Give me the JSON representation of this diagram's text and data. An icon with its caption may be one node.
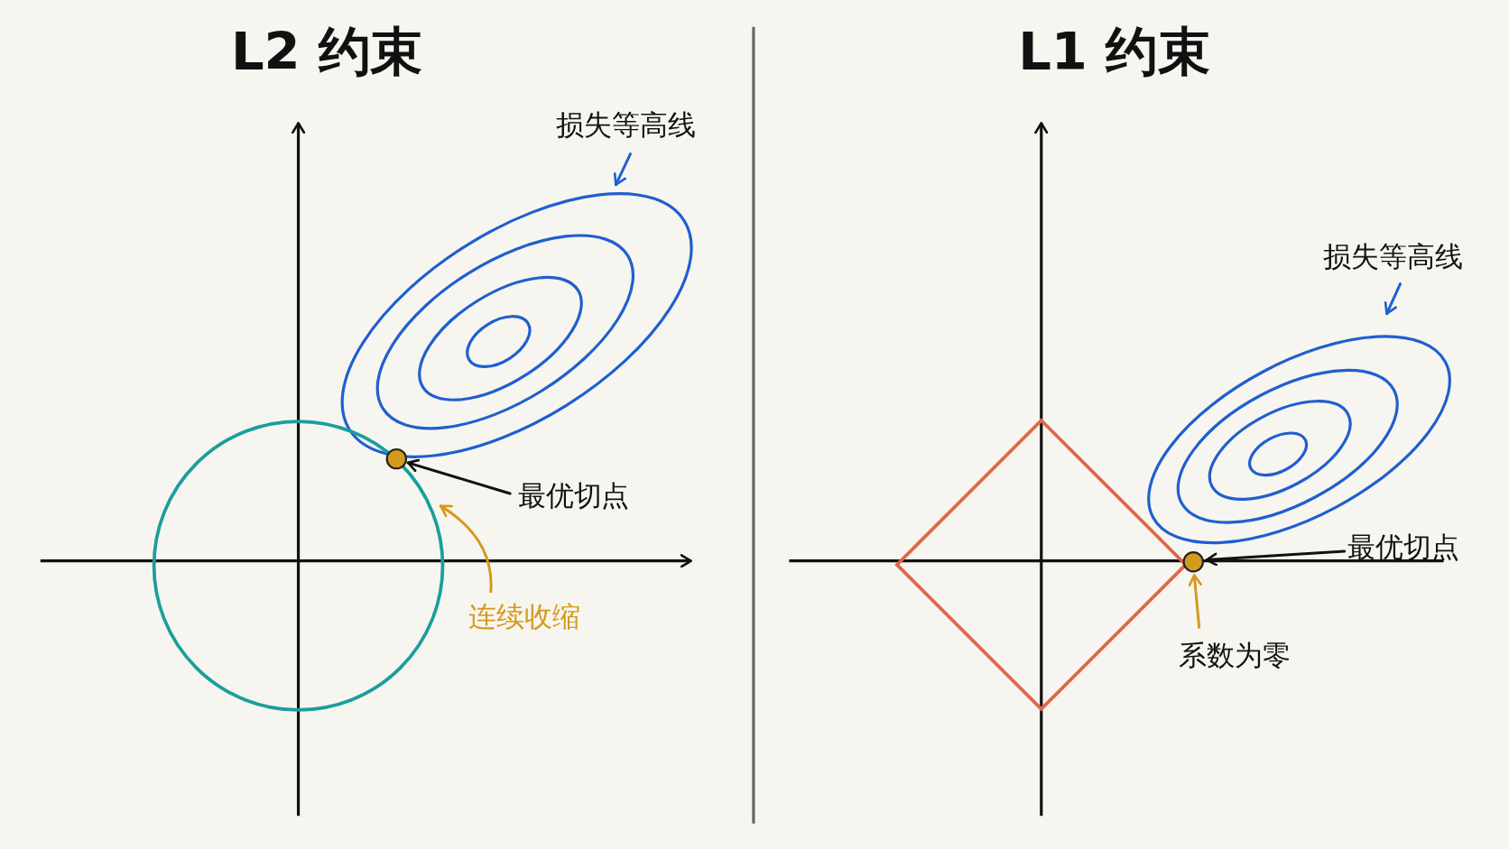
{
  "diagram": {
    "nodes": [
      {
        "text": [
          "损失等高线"
        ]
      },
      {
        "text": [],
        "shape": "ellipse"
      },
      {
        "text": [],
        "shape": "circle"
      },
      {
        "text": [],
        "shape": "circle"
      },
      {
        "text": [
          "最优切点"
        ]
      },
      {
        "text": [
          "连续收缩"
        ]
      },
      {
        "text": [
          "损失等高线"
        ]
      },
      {
        "text": [],
        "shape": "ellipse"
      },
      {
        "text": [],
        "shape": "diamond"
      },
      {
        "text": [],
        "shape": "circle"
      },
      {
        "text": [
          "最优切点"
        ]
      },
      {
        "text": [
          "系数为零"
        ]
      }
    ],
    "edges": [
      {
        "from": 0,
        "to": 1,
        "arrow": "to",
        "color": "#1f5fd0"
      },
      {
        "from": 4,
        "to": 3,
        "arrow": "to",
        "color": "#111111"
      },
      {
        "from": 5,
        "to": 2,
        "arrow": "to",
        "color": "#d49a1c"
      },
      {
        "from": 6,
        "to": 7,
        "arrow": "to",
        "color": "#1f5fd0"
      },
      {
        "from": 10,
        "to": 9,
        "arrow": "to",
        "color": "#111111"
      },
      {
        "from": 11,
        "to": 9,
        "arrow": "to",
        "color": "#d49a1c"
      }
    ],
    "labels": [
      "L2 约束",
      "L1 约束"
    ]
  }
}
